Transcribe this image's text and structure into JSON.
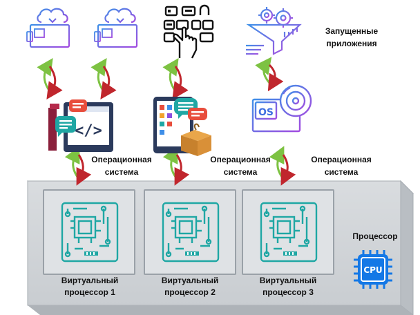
{
  "labels": {
    "running_apps": [
      "Запущенные",
      "приложения"
    ],
    "os_1": [
      "Операционная",
      "система"
    ],
    "os_2": [
      "Операционная",
      "система"
    ],
    "os_3": [
      "Операционная",
      "система"
    ],
    "processor": "Процессор",
    "cpu_chip": "CPU",
    "os_screen": "OS"
  },
  "virtual_processors": [
    {
      "line1": "Виртуальный",
      "line2": "процессор 1"
    },
    {
      "line1": "Виртуальный",
      "line2": "процессор 2"
    },
    {
      "line1": "Виртуальный",
      "line2": "процессор 3"
    }
  ],
  "colors": {
    "arrow_green": "#7dc242",
    "arrow_red": "#c0262d",
    "platform_top": "#d7dadd",
    "platform_front": "#c7cbcf",
    "chip_teal": "#1fa7a4",
    "cpu_blue": "#1478e6",
    "app_purple": "#8a4fe0",
    "app_blue": "#3f8fe8"
  },
  "icons": [
    "cloud-download-computer-icon",
    "cloud-download-computer-icon",
    "hand-touch-panel-icon",
    "funnel-gear-data-icon",
    "tablet-code-chat-icon",
    "tablet-apps-box-icon",
    "os-monitor-disc-icon",
    "circuit-chip-icon",
    "cpu-icon"
  ]
}
